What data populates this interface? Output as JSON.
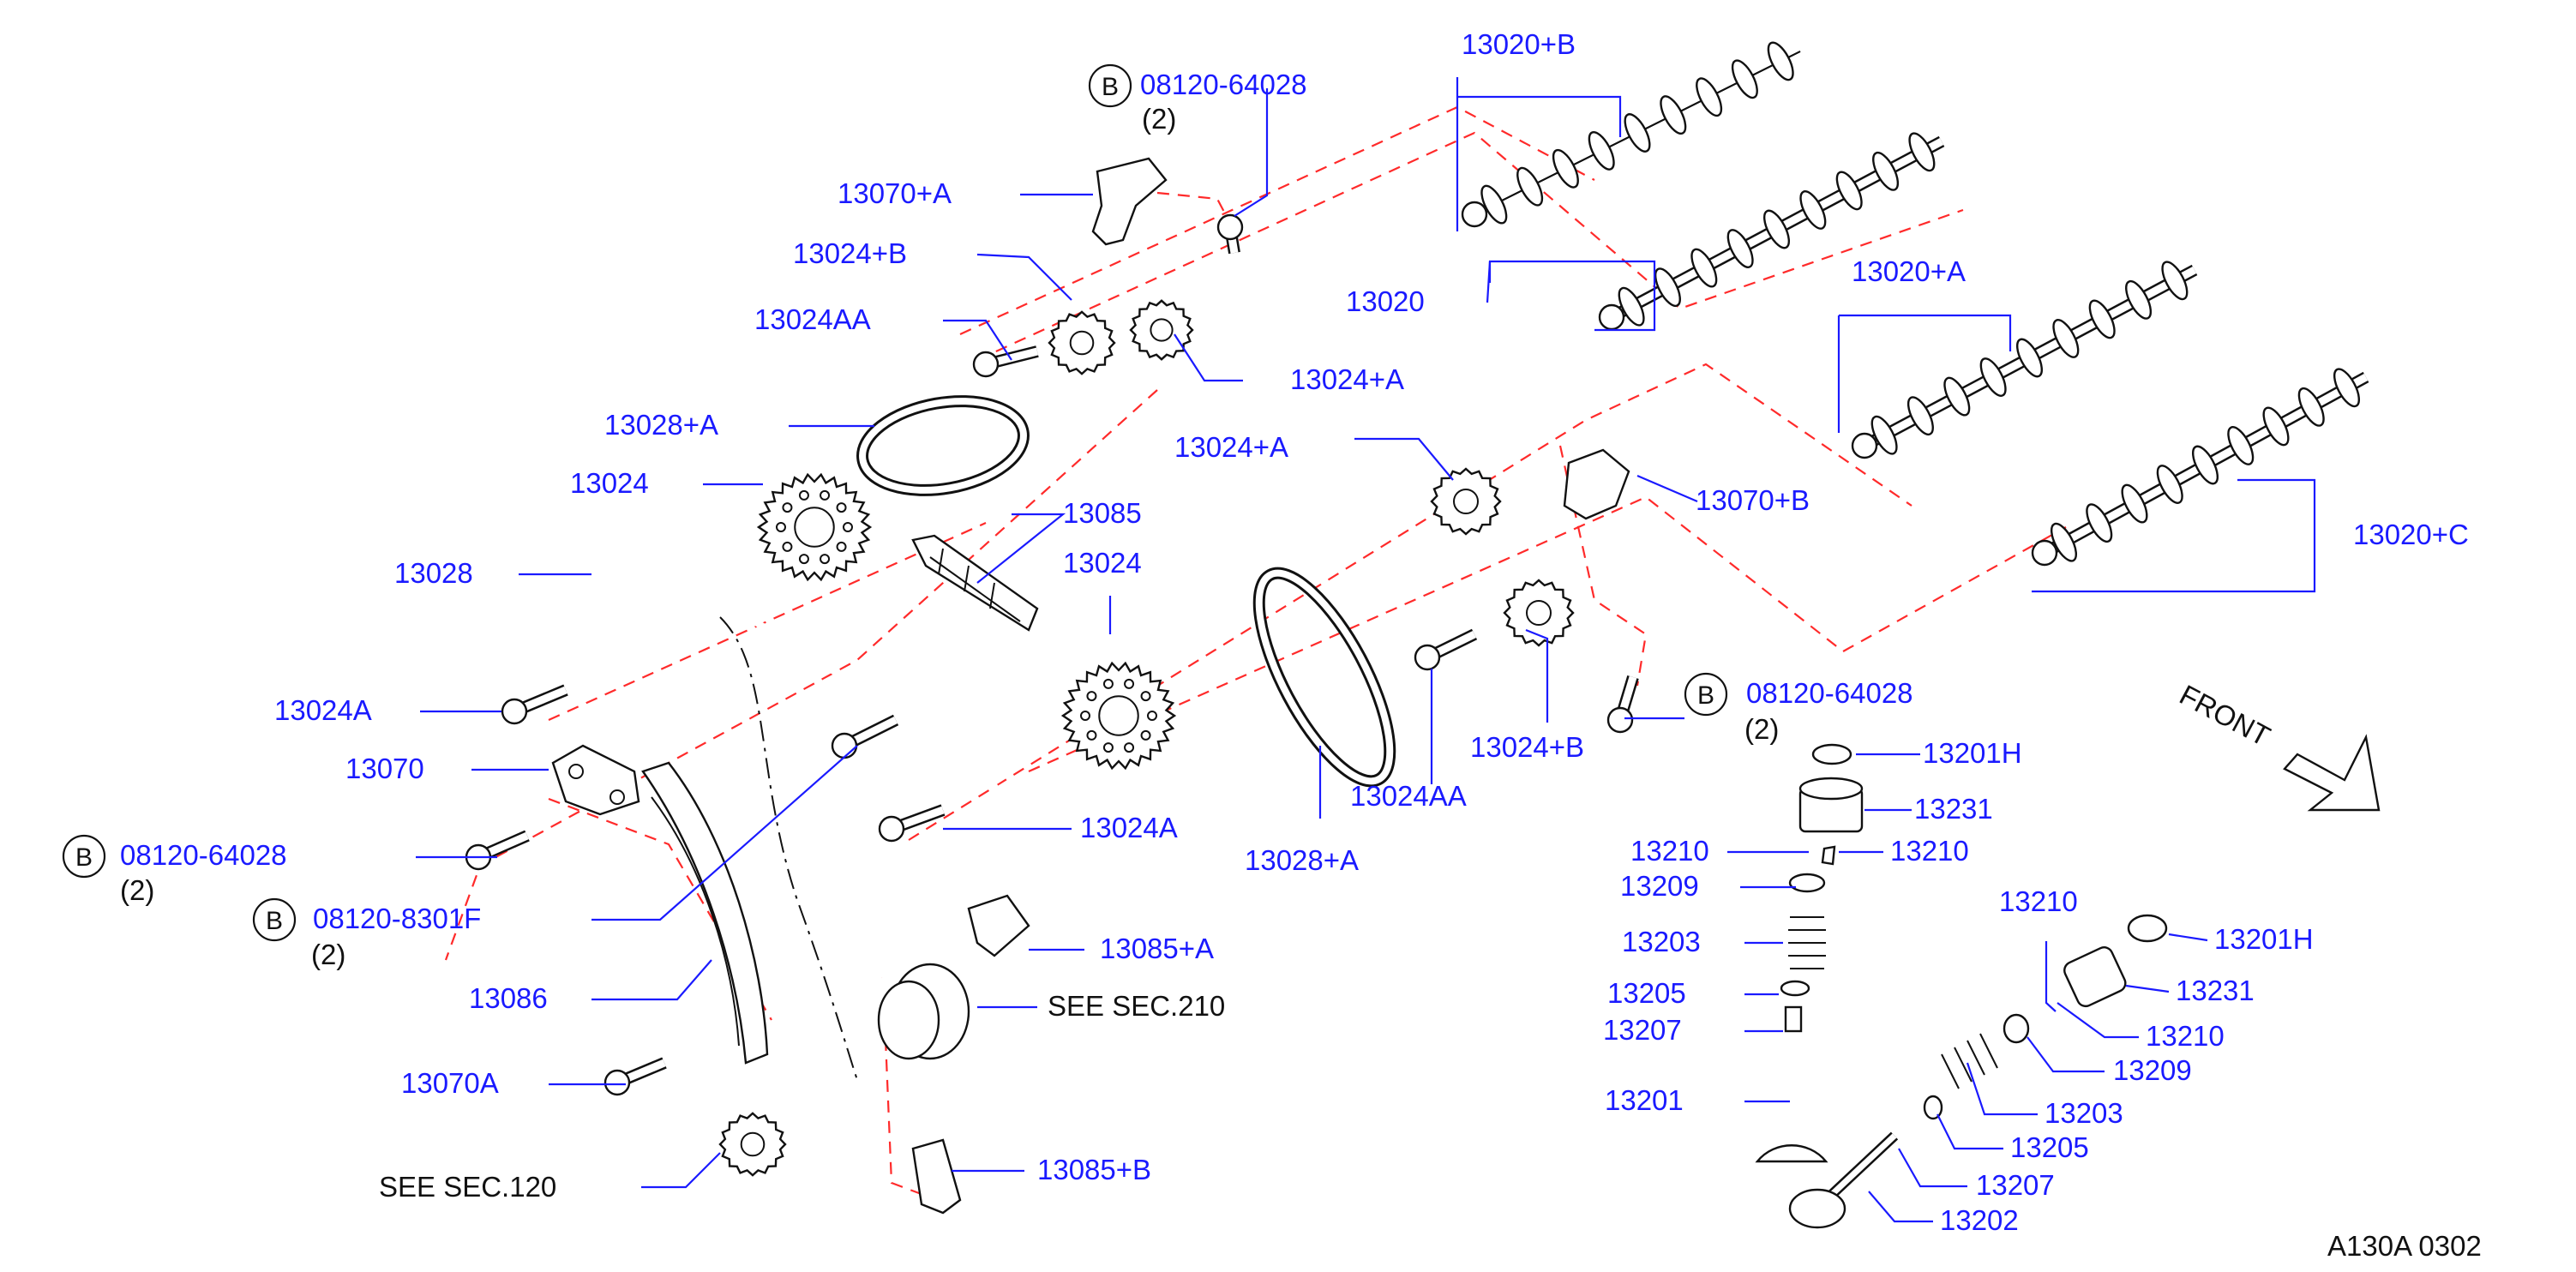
{
  "colors": {
    "label": "#1a1aff",
    "leader": "#1a1aff",
    "centerline": "#ff2a2a",
    "part": "#111111"
  },
  "labels": {
    "b_top_code": "08120-64028",
    "b_top_qty": "(2)",
    "l_13070A_plus": "13070+A",
    "l_13024B_top": "13024+B",
    "l_13024AA_top": "13024AA",
    "l_13024A_right_top": "13024+A",
    "l_13028A_top": "13028+A",
    "l_13024_left": "13024",
    "l_13028": "13028",
    "l_13024A_bolt": "13024A",
    "l_13070": "13070",
    "b_left_code": "08120-64028",
    "b_left_qty": "(2)",
    "b_mid_code": "08120-8301F",
    "b_mid_qty": "(2)",
    "l_13086": "13086",
    "l_13070A": "13070A",
    "see_120": "SEE   SEC.120",
    "l_13085": "13085",
    "l_13024_mid": "13024",
    "l_13024A_mid": "13024A",
    "l_13085A": "13085+A",
    "see_210": "SEE   SEC.210",
    "l_13085B": "13085+B",
    "l_13020B": "13020+B",
    "l_13020": "13020",
    "l_13020A": "13020+A",
    "l_13020C": "13020+C",
    "l_13024A_right": "13024+A",
    "l_13070B": "13070+B",
    "l_13024B_right": "13024+B",
    "l_13024AA_right": "13024AA",
    "l_13028A_right": "13028+A",
    "b_right_code": "08120-64028",
    "b_right_qty": "(2)",
    "front": "FRONT",
    "v_13201H_1": "13201H",
    "v_13231_1": "13231",
    "v_13210_l": "13210",
    "v_13210_r": "13210",
    "v_13209_1": "13209",
    "v_13203_1": "13203",
    "v_13205_1": "13205",
    "v_13207_1": "13207",
    "v_13201": "13201",
    "v_13210_top": "13210",
    "v_13201H_2": "13201H",
    "v_13231_2": "13231",
    "v_13210_2": "13210",
    "v_13209_2": "13209",
    "v_13203_2": "13203",
    "v_13205_2": "13205",
    "v_13207_2": "13207",
    "v_13202": "13202",
    "footer_code": "A130A  0302",
    "b_symbol": "B"
  },
  "icons": [
    "camshaft",
    "sprocket",
    "timing-chain",
    "chain-guide",
    "chain-tensioner",
    "bolt",
    "valve",
    "valve-spring",
    "valve-lifter",
    "front-arrow"
  ]
}
